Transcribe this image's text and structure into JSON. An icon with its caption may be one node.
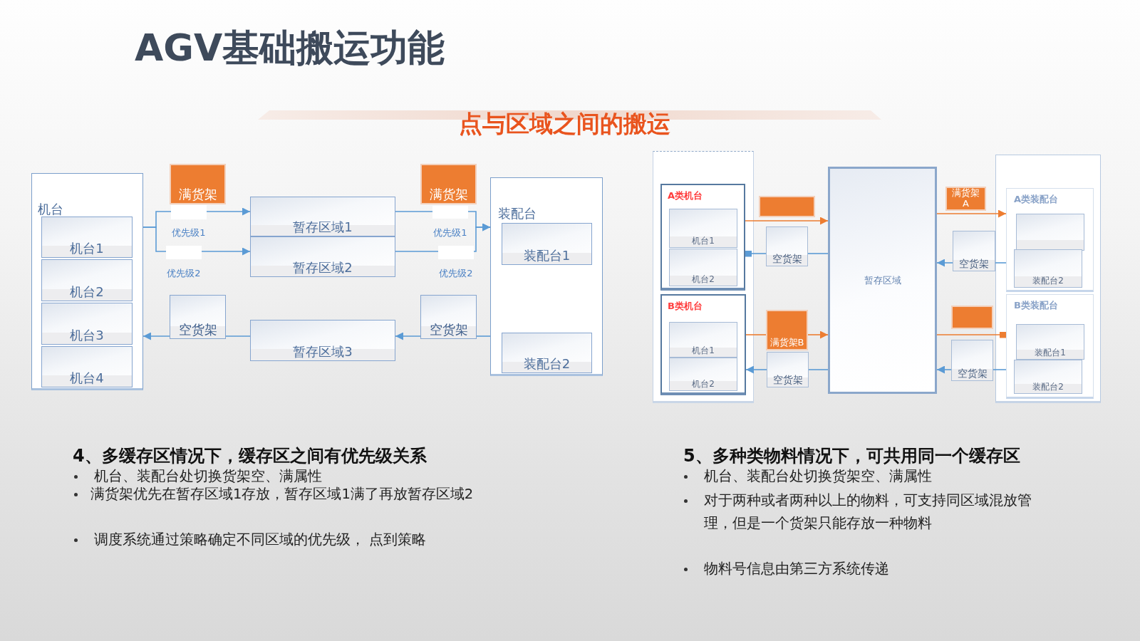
{
  "diagram": {
    "title": "AGV基础搬运功能",
    "nodes": [
      {
        "text": [
          "机台"
        ]
      },
      {
        "text": [
          "机台1"
        ],
        "in": 0
      },
      {
        "text": [
          "机台2"
        ],
        "in": 0
      },
      {
        "text": [
          "机台3"
        ],
        "in": 0
      },
      {
        "text": [
          "机台4"
        ],
        "in": 0
      },
      {
        "text": [
          "满货架"
        ]
      },
      {
        "text": [
          "暂存区域1"
        ]
      },
      {
        "text": [
          "暂存区域2"
        ]
      },
      {
        "text": [
          "空货架"
        ]
      },
      {
        "text": [
          "暂存区域3"
        ]
      },
      {
        "text": [
          "满货架"
        ]
      },
      {
        "text": [
          "空货架"
        ]
      },
      {
        "text": [
          "装配台"
        ]
      },
      {
        "text": [
          "装配台1"
        ],
        "in": 12
      },
      {
        "text": [
          "装配台2"
        ],
        "in": 12
      },
      {
        "text": [],
        "shape": "box"
      },
      {
        "text": [
          "A类机台"
        ],
        "in": 15
      },
      {
        "text": [
          "机台1"
        ],
        "in": 16
      },
      {
        "text": [
          "机台2"
        ],
        "in": 16
      },
      {
        "text": [
          "B类机台"
        ],
        "in": 15
      },
      {
        "text": [
          "机台1"
        ],
        "in": 19
      },
      {
        "text": [
          "机台2"
        ],
        "in": 19
      },
      {
        "text": [],
        "shape": "box"
      },
      {
        "text": [
          "空货架"
        ]
      },
      {
        "text": [
          "满货架B"
        ]
      },
      {
        "text": [
          "空货架"
        ]
      },
      {
        "text": [
          "暂存区域"
        ]
      },
      {
        "text": [
          "满货架A"
        ]
      },
      {
        "text": [
          "空货架"
        ]
      },
      {
        "text": [],
        "shape": "box"
      },
      {
        "text": [
          "空货架"
        ]
      },
      {
        "text": [],
        "shape": "box"
      },
      {
        "text": [
          "A类装配台"
        ],
        "in": 31
      },
      {
        "text": [],
        "shape": "box",
        "in": 32
      },
      {
        "text": [
          "装配台2"
        ],
        "in": 32
      },
      {
        "text": [
          "B类装配台"
        ],
        "in": 31
      },
      {
        "text": [
          "装配台1"
        ],
        "in": 35
      },
      {
        "text": [
          "装配台2"
        ],
        "in": 35
      }
    ],
    "edges": [
      {
        "from": 0,
        "to": 6,
        "arrow": "to",
        "label": "优先级1"
      },
      {
        "from": 0,
        "to": 7,
        "arrow": "to",
        "label": "优先级2"
      },
      {
        "from": 6,
        "to": 12,
        "arrow": "to",
        "label": "优先级1"
      },
      {
        "from": 7,
        "to": 12,
        "arrow": "to",
        "label": "优先级2"
      },
      {
        "from": 9,
        "to": 8,
        "arrow": "none"
      },
      {
        "from": 8,
        "to": 0,
        "arrow": "to"
      },
      {
        "from": 12,
        "to": 11,
        "arrow": "none"
      },
      {
        "from": 11,
        "to": 9,
        "arrow": "to"
      },
      {
        "from": 16,
        "to": 26,
        "arrow": "to",
        "color": "#ed7d31"
      },
      {
        "from": 26,
        "to": 23,
        "arrow": "none"
      },
      {
        "from": 23,
        "to": 16,
        "arrow": "other"
      },
      {
        "from": 19,
        "to": 24,
        "arrow": "none",
        "color": "#ed7d31"
      },
      {
        "from": 24,
        "to": 26,
        "arrow": "to",
        "color": "#ed7d31"
      },
      {
        "from": 26,
        "to": 25,
        "arrow": "none"
      },
      {
        "from": 25,
        "to": 19,
        "arrow": "to"
      },
      {
        "from": 26,
        "to": 32,
        "arrow": "to",
        "color": "#ed7d31"
      },
      {
        "from": 32,
        "to": 28,
        "arrow": "none"
      },
      {
        "from": 28,
        "to": 26,
        "arrow": "to"
      },
      {
        "from": 26,
        "to": 35,
        "arrow": "other",
        "color": "#ed7d31"
      },
      {
        "from": 35,
        "to": 30,
        "arrow": "none"
      },
      {
        "from": 30,
        "to": 26,
        "arrow": "to"
      }
    ],
    "labels": [
      "点与区域之间的搬运",
      "4、多缓存区情况下，缓存区之间有优先级关系",
      "机台、装配台处切换货架空、满属性",
      "满货架优先在暂存区域1存放，暂存区域1满了再放暂存区域2",
      "调度系统通过策略确定不同区域的优先级， 点到策略",
      "5、多种类物料情况下，可共用同一个缓存区",
      "机台、装配台处切换货架空、满属性",
      "对于两种或者两种以上的物料，可支持同区域混放管理，但是一个货架只能存放一种物料",
      "物料号信息由第三方系统传递"
    ]
  }
}
